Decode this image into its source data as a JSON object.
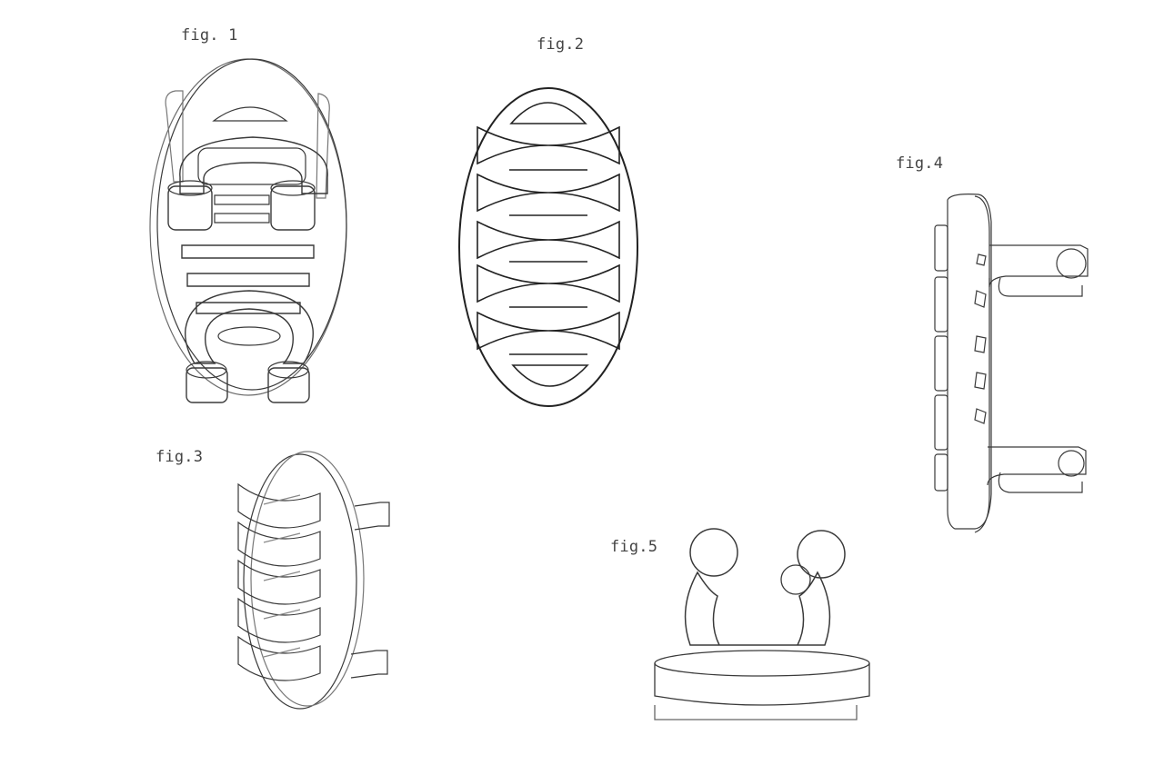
{
  "figures": [
    {
      "id": "fig1",
      "label": "fig. 1",
      "view": "perspective top"
    },
    {
      "id": "fig2",
      "label": "fig.2",
      "view": "top"
    },
    {
      "id": "fig3",
      "label": "fig.3",
      "view": "perspective bottom"
    },
    {
      "id": "fig4",
      "label": "fig.4",
      "view": "side"
    },
    {
      "id": "fig5",
      "label": "fig.5",
      "view": "front"
    }
  ],
  "colors": {
    "line": "#3a3a3a",
    "line_light": "#8a8a8a",
    "background": "#ffffff"
  }
}
